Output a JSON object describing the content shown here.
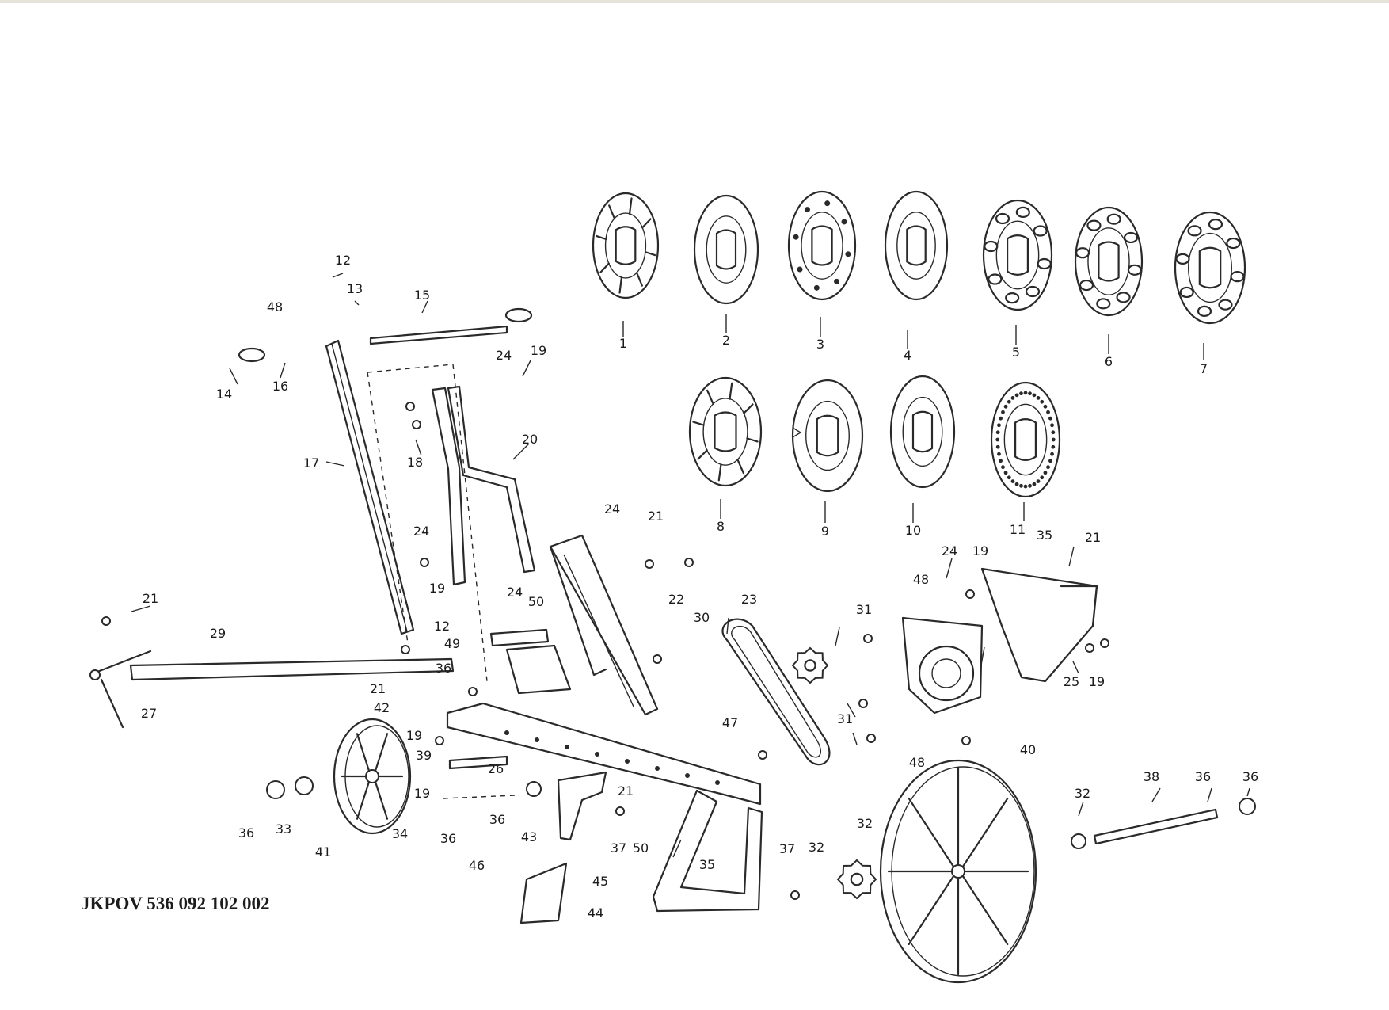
{
  "document_code": "JKPOV 536 092 102 002",
  "part_labels": [
    "1",
    "2",
    "3",
    "4",
    "5",
    "6",
    "7",
    "8",
    "9",
    "10",
    "11",
    "12",
    "12",
    "13",
    "14",
    "15",
    "16",
    "17",
    "18",
    "19",
    "19",
    "19",
    "19",
    "19",
    "19",
    "20",
    "21",
    "21",
    "21",
    "21",
    "21",
    "22",
    "23",
    "24",
    "24",
    "24",
    "24",
    "24",
    "25",
    "26",
    "27",
    "29",
    "30",
    "31",
    "31",
    "32",
    "32",
    "32",
    "33",
    "34",
    "35",
    "35",
    "36",
    "36",
    "36",
    "36",
    "36",
    "36",
    "37",
    "37",
    "38",
    "39",
    "40",
    "41",
    "42",
    "43",
    "44",
    "45",
    "46",
    "47",
    "48",
    "48",
    "48",
    "49",
    "50",
    "50"
  ]
}
